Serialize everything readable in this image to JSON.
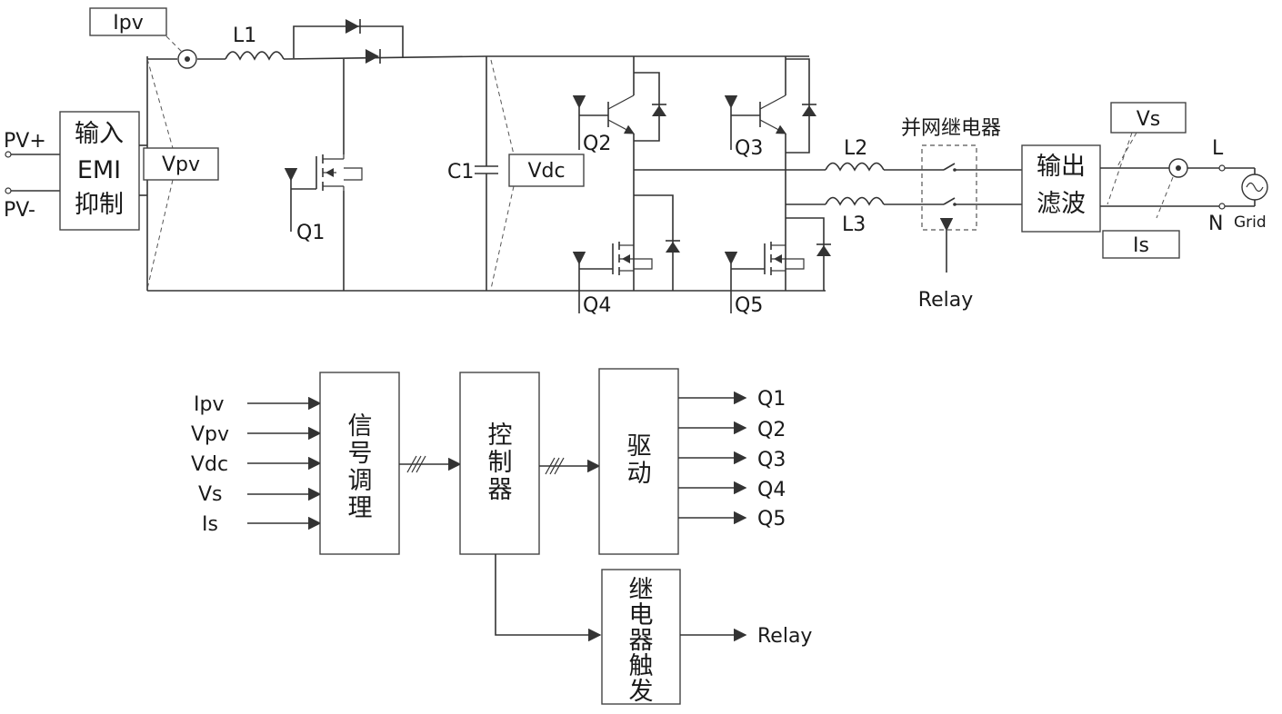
{
  "power_stage": {
    "input": {
      "pv_plus": "PV+",
      "pv_minus": "PV-",
      "emi_box": [
        "输入",
        "EMI",
        "抑制"
      ]
    },
    "sensors": {
      "ipv": "Ipv",
      "vpv": "Vpv",
      "vdc": "Vdc",
      "vs": "Vs",
      "is": "Is"
    },
    "components": {
      "l1": "L1",
      "l2": "L2",
      "l3": "L3",
      "c1": "C1",
      "q1": "Q1",
      "q2": "Q2",
      "q3": "Q3",
      "q4": "Q4",
      "q5": "Q5"
    },
    "relay_title": "并网继电器",
    "relay_signal": "Relay",
    "output_filter": [
      "输出",
      "滤波"
    ],
    "line": "L",
    "neutral": "N",
    "grid": "Grid"
  },
  "control_stage": {
    "inputs": [
      "Ipv",
      "Vpv",
      "Vdc",
      "Vs",
      "Is"
    ],
    "signal_conditioning": [
      "信",
      "号",
      "调",
      "理"
    ],
    "controller": [
      "控",
      "制",
      "器"
    ],
    "driver": [
      "驱",
      "动"
    ],
    "relay_trigger": [
      "继",
      "电",
      "器",
      "触",
      "发"
    ],
    "driver_outputs": [
      "Q1",
      "Q2",
      "Q3",
      "Q4",
      "Q5"
    ],
    "relay_output": "Relay"
  }
}
